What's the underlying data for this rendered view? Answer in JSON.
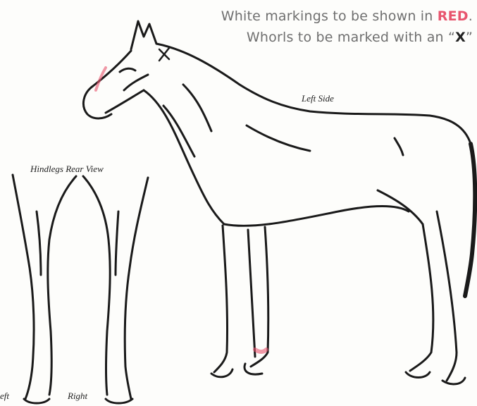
{
  "instructions": {
    "line1_prefix": "White markings to be shown in ",
    "line1_red": "RED",
    "line1_suffix": ".",
    "line2_prefix": "Whorls to be marked with an “",
    "line2_mark": "X",
    "line2_suffix": "”"
  },
  "labels": {
    "left_side": "Left Side",
    "hindlegs_rear_view": "Hindlegs Rear View",
    "leg_left": "eft",
    "leg_right": "Right"
  },
  "colors": {
    "marking_red": "#e8556e",
    "ink": "#1a1a1a",
    "legend_text": "#6f6f6f"
  }
}
